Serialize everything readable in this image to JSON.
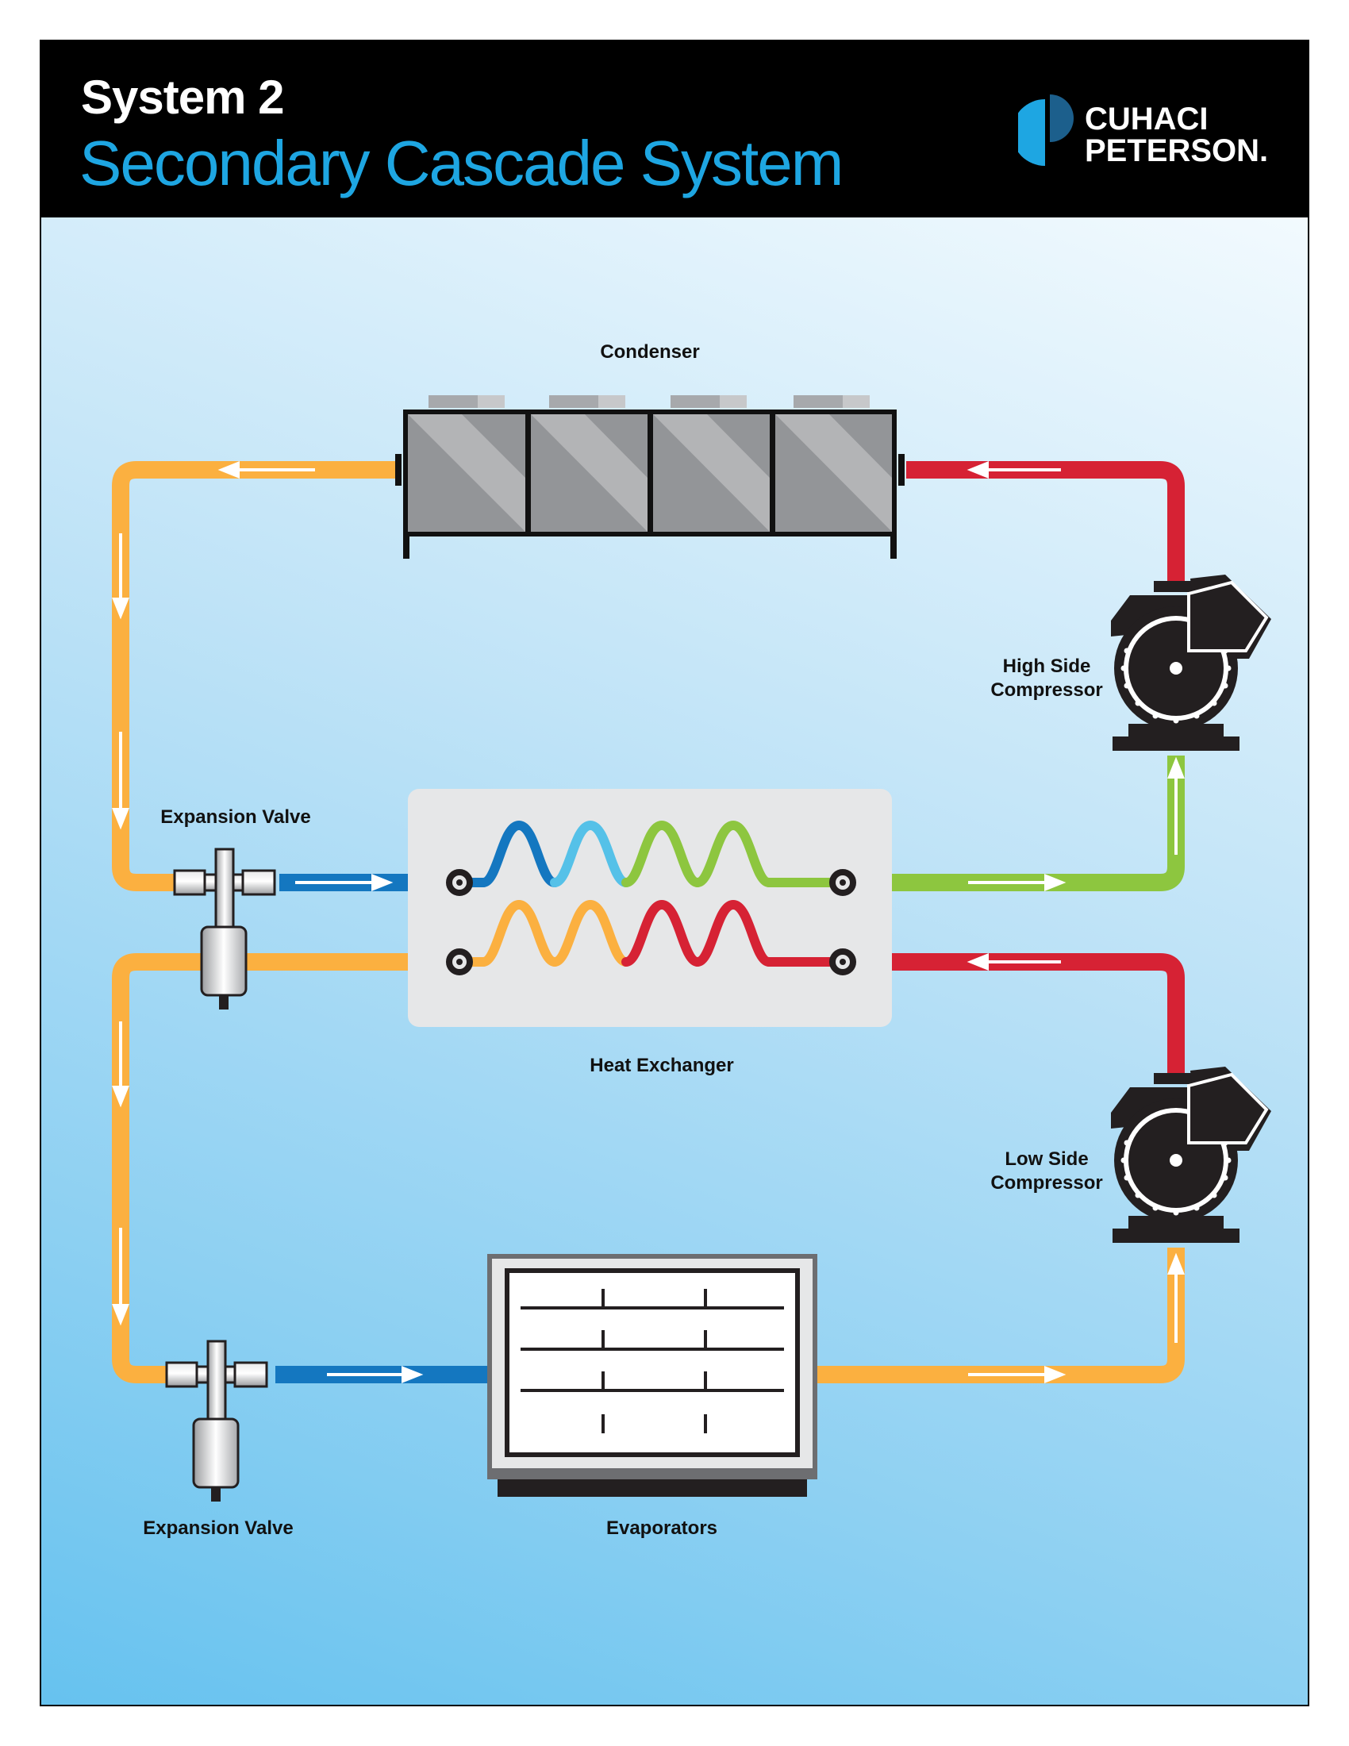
{
  "header": {
    "system_label": "System 2",
    "system_name": "Secondary Cascade System",
    "logo": {
      "line1": "CUHACI",
      "line2": "PETERSON."
    }
  },
  "labels": {
    "condenser": "Condenser",
    "high_side_compressor": [
      "High Side",
      "Compressor"
    ],
    "expansion_valve_top": "Expansion Valve",
    "heat_exchanger": "Heat Exchanger",
    "low_side_compressor": [
      "Low Side",
      "Compressor"
    ],
    "expansion_valve_bottom": "Expansion Valve",
    "evaporators": "Evaporators"
  },
  "colors": {
    "hot_gas": "#d62234",
    "liquid": "#fbb040",
    "cold": "#1477c0",
    "suction": "#8dc63f",
    "light_blue": "#55c1e8",
    "brand_blue": "#1ea6e2"
  }
}
